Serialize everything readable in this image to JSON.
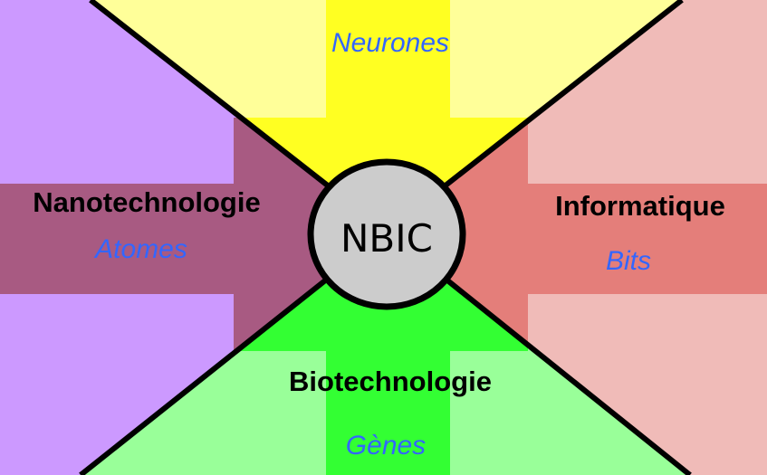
{
  "center": {
    "label": "NBIC",
    "fill": "#cccccc"
  },
  "sectors": {
    "top": {
      "title": "",
      "subtitle": "Neurones",
      "light": "#ffff99",
      "dark": "#ffff22"
    },
    "left": {
      "title": "Nanotechnologie",
      "subtitle": "Atomes",
      "light": "#cc99ff",
      "dark": "#a85a82"
    },
    "right": {
      "title": "Informatique",
      "subtitle": "Bits",
      "light": "#f0bbb8",
      "dark": "#e47e7a"
    },
    "bottom": {
      "title": "Biotechnologie",
      "subtitle": "Gènes",
      "light": "#99ff99",
      "dark": "#33ff33"
    }
  },
  "colors": {
    "subtitle": "#3366ff",
    "lines": "#000000"
  }
}
